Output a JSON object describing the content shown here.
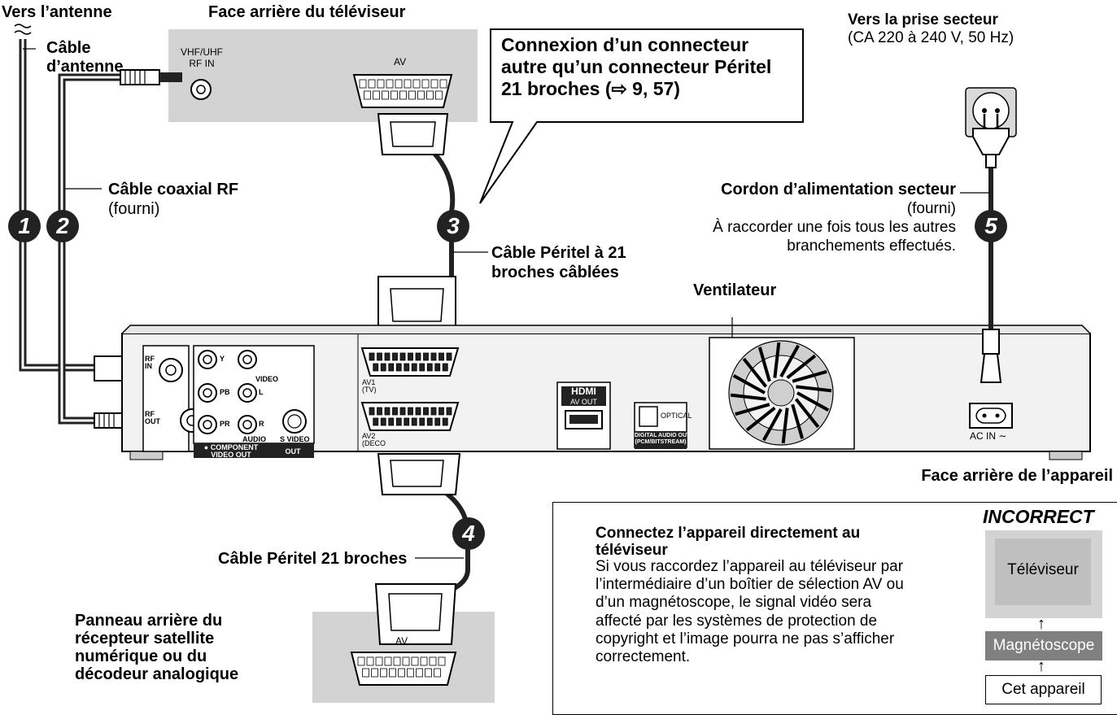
{
  "labels": {
    "vers_antenne": "Vers l’antenne",
    "cable_antenne": "Câble\nd’antenne",
    "face_tv": "Face arrière du téléviseur",
    "vhf": "VHF/UHF\nRF IN",
    "av_tv": "AV",
    "callout": "Connexion d’un connecteur\nautre qu’un connecteur Péritel\n21 broches (⇨ 9, 57)",
    "vers_prise": "Vers la prise secteur",
    "prise_spec": "(CA 220 à 240 V, 50 Hz)",
    "coax_title": "Câble coaxial RF",
    "coax_sub": "(fourni)",
    "peritel21c_1": "Câble Péritel à 21",
    "peritel21c_2": "broches câblées",
    "cordon_title": "Cordon d’alimentation secteur",
    "cordon_sub": "(fourni)",
    "cordon_note1": "À raccorder une fois tous les autres",
    "cordon_note2": "branchements effectués.",
    "ventilateur": "Ventilateur",
    "face_appareil": "Face arrière de l’appareil",
    "peritel21": "Câble Péritel 21 broches",
    "panneau": "Panneau arrière du\nrécepteur satellite\nnumérique ou du\ndécodeur analogique",
    "av_sat": "AV"
  },
  "device": {
    "rf_in": "RF\nIN",
    "rf_out": "RF\nOUT",
    "y": "Y",
    "pb": "PB",
    "pr": "PR",
    "video": "VIDEO",
    "l": "L",
    "r": "R",
    "audio": "AUDIO",
    "s_video": "S VIDEO",
    "component": "● COMPONENT\nVIDEO OUT",
    "out": "OUT",
    "av1": "AV1\n(TV)",
    "av2": "AV2\n(DECO",
    "hdmi": "HDMI",
    "av_out": "AV OUT",
    "optical": "OPTICAL",
    "digital": "DIGITAL AUDIO OUT\n(PCM/BITSTREAM)",
    "ac_in": "AC IN ∼"
  },
  "steps": [
    "1",
    "2",
    "3",
    "4",
    "5"
  ],
  "note": {
    "title": "Connectez l’appareil directement au\ntéléviseur",
    "body": "Si vous raccordez l’appareil au téléviseur par\nl’intermédiaire d’un boîtier de sélection AV ou\nd’un magnétoscope, le signal vidéo sera\naffecté par les systèmes de protection de\ncopyright et l’image pourra ne pas s’afficher\ncorrectement.",
    "incorrect": "INCORRECT",
    "tv": "Téléviseur",
    "vcr": "Magnétoscope",
    "unit": "Cet appareil",
    "arrow": "↑"
  },
  "icons": [
    "antenna-symbol-icon",
    "power-plug-icon",
    "wall-socket-icon",
    "hdmi-port-icon"
  ]
}
